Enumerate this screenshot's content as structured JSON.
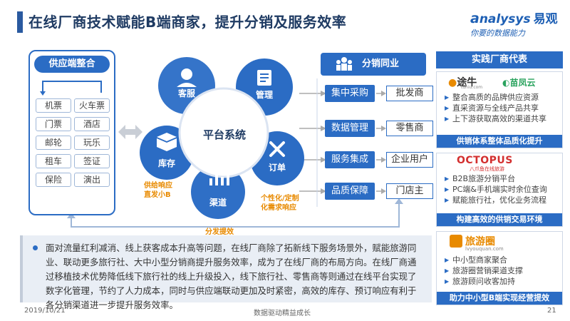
{
  "title": "在线厂商技术赋能B端商家，提升分销及服务效率",
  "logo": {
    "name": "nalysys",
    "name_cn": "易观",
    "tagline": "你要的数据能力"
  },
  "supply": {
    "heading": "供应端整合",
    "items": [
      "机票",
      "火车票",
      "门票",
      "酒店",
      "邮轮",
      "玩乐",
      "租车",
      "签证",
      "保险",
      "演出"
    ]
  },
  "platform": {
    "center": "平台系统",
    "petals": [
      "客服",
      "管理",
      "订单",
      "渠道",
      "库存"
    ]
  },
  "annotations": {
    "left": "供给响应\n直发小B",
    "bottom": "分发提效",
    "right": "个性化/定制\n化需求响应"
  },
  "channel": {
    "heading": "分销同业",
    "services": [
      "集中采购",
      "数据管理",
      "服务集成",
      "品质保障"
    ],
    "customers": [
      "批发商",
      "零售商",
      "企业用户",
      "门店主"
    ]
  },
  "vendors": {
    "heading": "实践厂商代表",
    "cards": [
      {
        "brand1": "途牛",
        "brand1_sub": "tuniu.com",
        "brand2": "苗凤云",
        "items": [
          "整合高质的品牌供应资源",
          "直采资源与全线产品共享",
          "上下游获取高效的渠道共享"
        ],
        "footer": "供销体系整体品质化提升"
      },
      {
        "brand1": "OCTOPUS",
        "brand1_sub": "八爪鱼在线旅游",
        "items": [
          "B2B旅游分销平台",
          "PC端&手机端实时余位查询",
          "赋能旅行社，优化业务流程"
        ],
        "footer": "构建高效的供销交易环境"
      },
      {
        "brand1": "旅游圈",
        "brand1_sub": "lvyouquan.com",
        "items": [
          "中小型商家聚合",
          "旅游圈营销渠道支撑",
          "旅游顾问收客加持"
        ],
        "footer": "助力中小型B端实现经营提效"
      }
    ]
  },
  "note": "面对流量红利减消、线上获客成本升高等问题，在线厂商除了拓新线下服务场景外，赋能旅游同业、联动更多旅行社、大中小型分销商提升服务效率，成为了在线厂商的布局方向。在线厂商通过移植技术优势降低线下旅行社的线上升级投入，线下旅行社、零售商等则通过在线平台实现了数字化管理，节约了人力成本，同时与供应端联动更加及时紧密，高效的库存、预订响应有利于各分销渠道进一步提升服务效率。",
  "footer": {
    "date": "2019/10/21",
    "slogan": "数据驱动精益成长",
    "page": "21"
  },
  "colors": {
    "primary": "#2b6cc4",
    "title": "#1f3b63",
    "accent": "#e88a00"
  }
}
